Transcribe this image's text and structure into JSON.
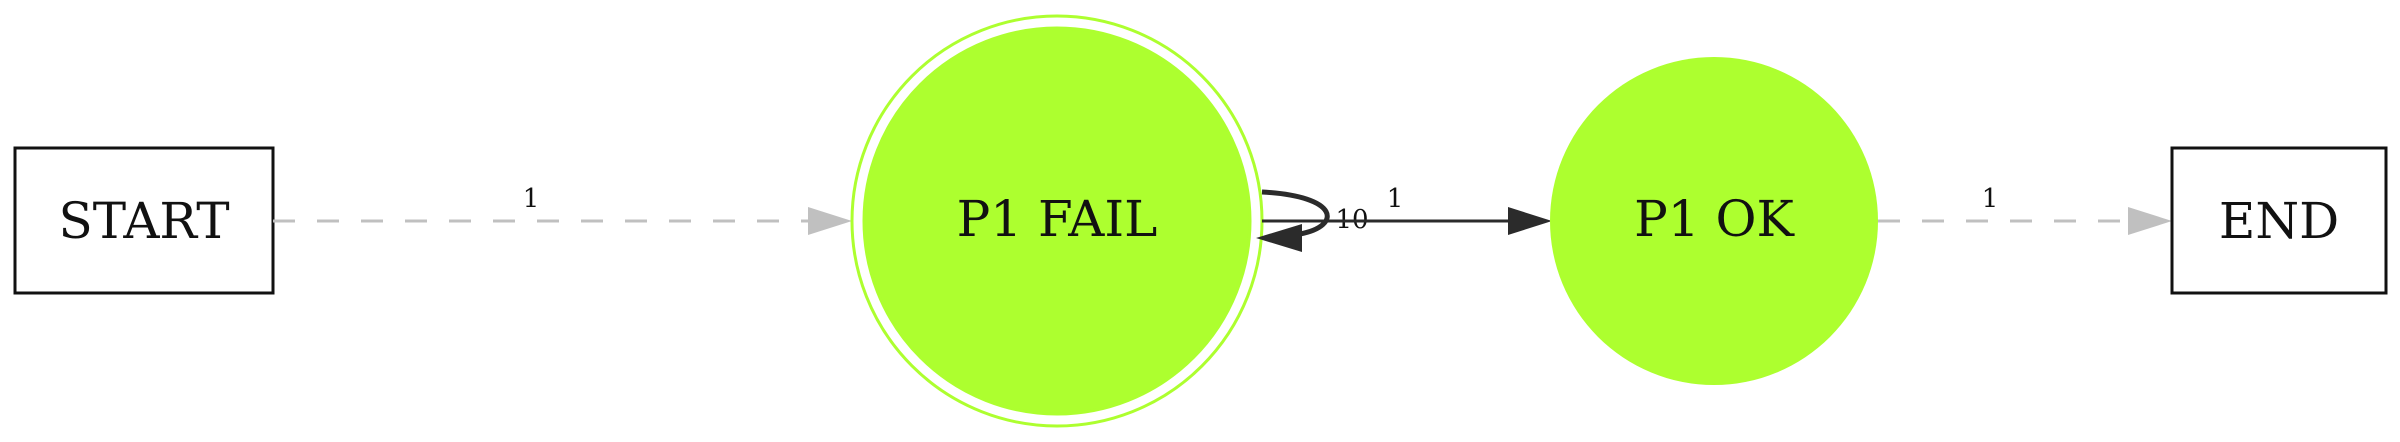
{
  "graph": {
    "nodes": {
      "start": {
        "label": "START",
        "shape": "box"
      },
      "p1_fail": {
        "label": "P1 FAIL",
        "shape": "doublecircle",
        "fill": "#adff2f",
        "stroke": "#adff2f"
      },
      "p1_ok": {
        "label": "P1 OK",
        "shape": "circle",
        "fill": "#adff2f"
      },
      "end": {
        "label": "END",
        "shape": "box"
      }
    },
    "edges": {
      "start_to_fail": {
        "label": "1",
        "style": "dashed",
        "color": "#c0c0c0"
      },
      "fail_loop": {
        "label": "10",
        "style": "solid",
        "color": "#2b2b2b"
      },
      "fail_to_ok": {
        "label": "1",
        "style": "solid",
        "color": "#2b2b2b"
      },
      "ok_to_end": {
        "label": "1",
        "style": "dashed",
        "color": "#c0c0c0"
      }
    }
  }
}
